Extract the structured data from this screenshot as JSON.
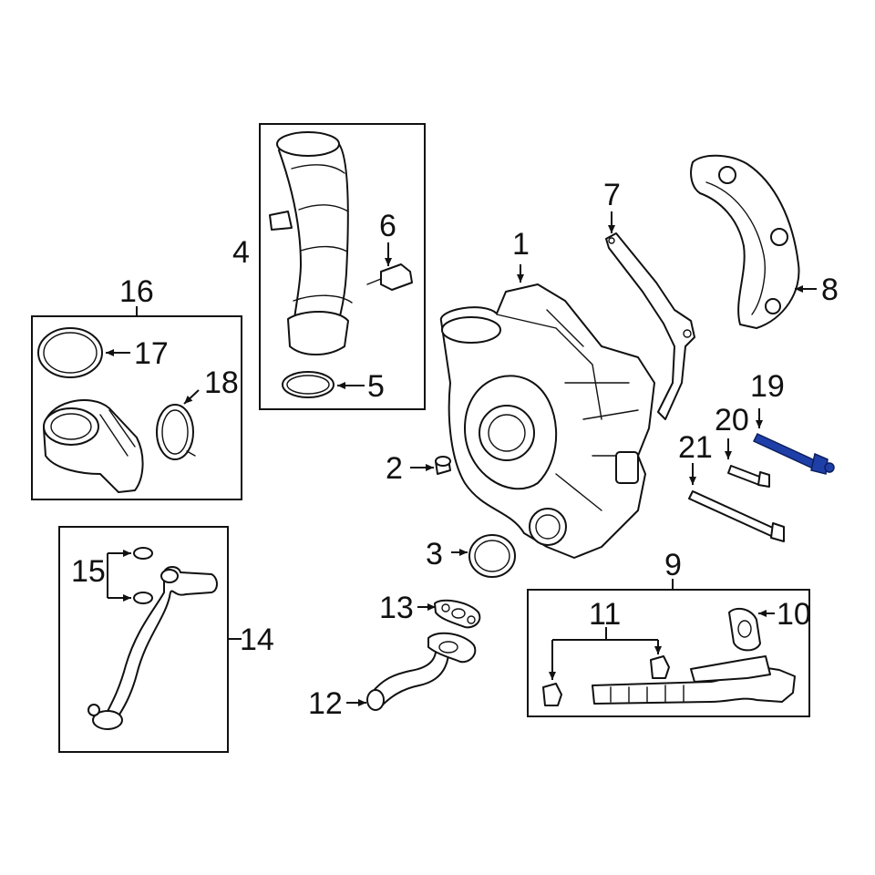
{
  "callouts": {
    "c1": "1",
    "c2": "2",
    "c3": "3",
    "c4": "4",
    "c5": "5",
    "c6": "6",
    "c7": "7",
    "c8": "8",
    "c9": "9",
    "c10": "10",
    "c11": "11",
    "c12": "12",
    "c13": "13",
    "c14": "14",
    "c15": "15",
    "c16": "16",
    "c17": "17",
    "c18": "18",
    "c19": "19",
    "c20": "20",
    "c21": "21"
  },
  "highlight_color": "#1f3fa8",
  "highlighted_part": "19"
}
